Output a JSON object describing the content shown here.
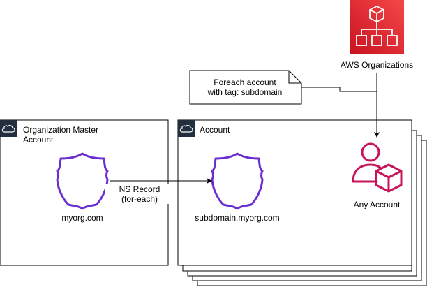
{
  "aws_org": {
    "label": "AWS Organizations",
    "icon": "aws-organizations-icon",
    "color": "#e7157b"
  },
  "note": {
    "line1": "Foreach account",
    "line2": "with tag: subdomain"
  },
  "master_account": {
    "title_line1": "Organization Master",
    "title_line2": "Account",
    "domain": "myorg.com",
    "icon": "route53-shield-icon"
  },
  "account": {
    "title": "Account",
    "domain": "subdomain.myorg.com",
    "icon": "route53-shield-icon"
  },
  "any_account": {
    "label": "Any Account",
    "icon": "user-with-box-icon",
    "color": "#c7155c"
  },
  "edge_label": {
    "line1": "NS Record",
    "line2": "(for-each)"
  },
  "colors": {
    "shield": "#6b2fcf",
    "border": "#232f3e",
    "org_bg_top": "#f54749",
    "org_bg_bottom": "#c7131f"
  }
}
